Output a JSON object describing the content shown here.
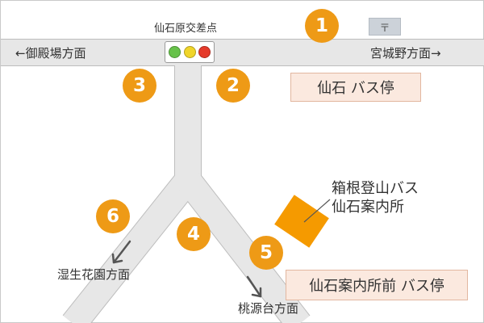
{
  "intersection": {
    "name": "仙石原交差点"
  },
  "roads": {
    "west": "←御殿場方面",
    "east": "宮城野方面→",
    "southwest": "湿生花園方面",
    "south": "桃源台方面"
  },
  "postal_symbol": "〒",
  "traffic_light": {
    "colors": [
      "#67c24a",
      "#f0d52a",
      "#e53a2a"
    ]
  },
  "markers": [
    "1",
    "2",
    "3",
    "4",
    "5",
    "6"
  ],
  "bus_stops": {
    "sengoku": "仙石 バス停",
    "annaijo_mae": "仙石案内所前 バス停"
  },
  "info_center": {
    "line1": "箱根登山バス",
    "line2": "仙石案内所"
  },
  "colors": {
    "road": "#e7e7e7",
    "road_edge": "#bdbdbd",
    "marker": "#ee9a16",
    "building": "#f59a00",
    "stop_box_fill": "#fbe9df"
  }
}
